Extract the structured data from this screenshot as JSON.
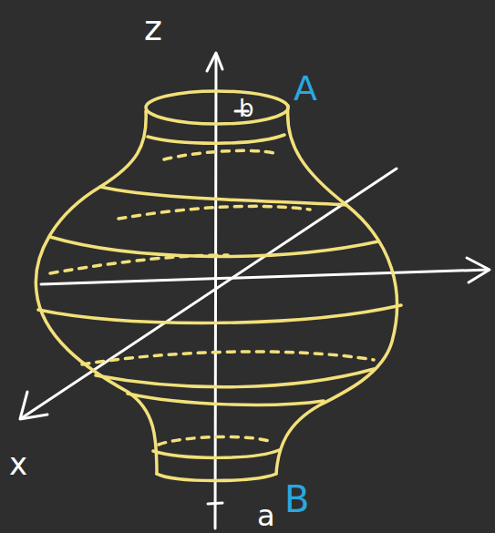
{
  "diagram": {
    "labels": [
      "z",
      "b",
      "A",
      "x",
      "a",
      "B"
    ]
  }
}
